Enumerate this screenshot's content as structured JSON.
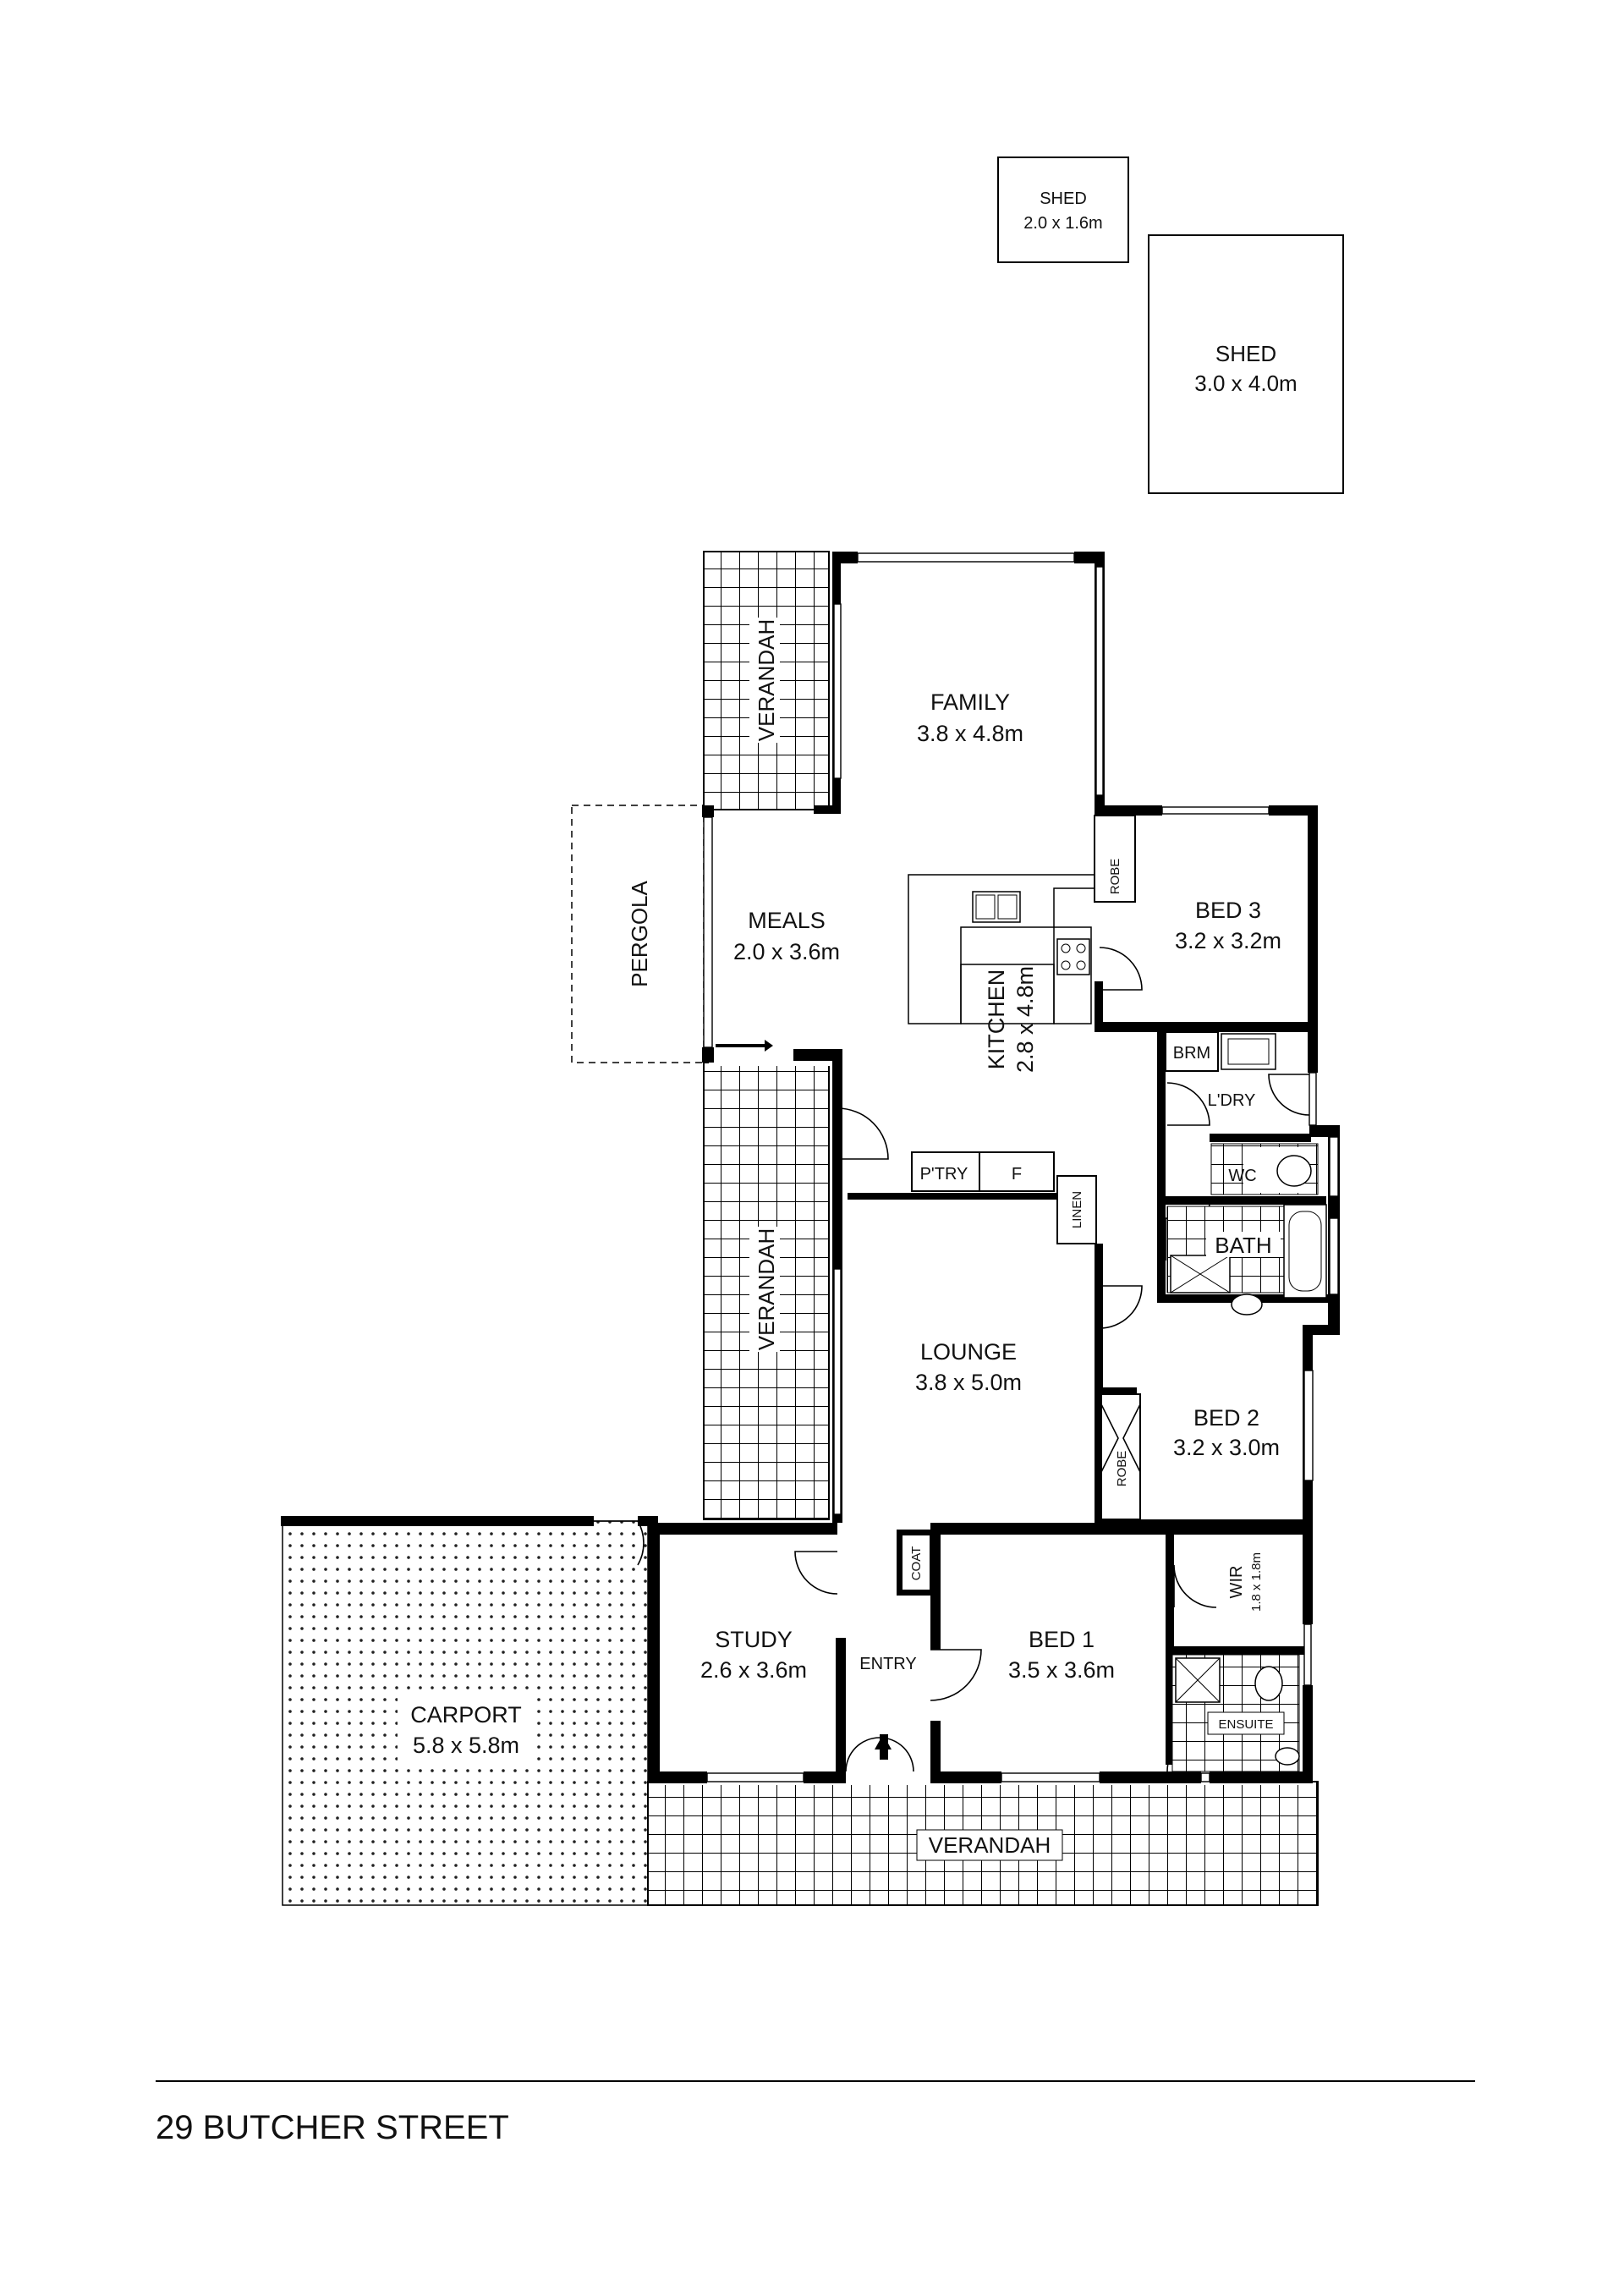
{
  "property": {
    "address": "29 BUTCHER STREET"
  },
  "sheds": [
    {
      "name": "SHED",
      "size": "2.0 x 1.6m"
    },
    {
      "name": "SHED",
      "size": "3.0 x 4.0m"
    }
  ],
  "rooms": {
    "family": {
      "name": "FAMILY",
      "size": "3.8 x 4.8m"
    },
    "meals": {
      "name": "MEALS",
      "size": "2.0 x 3.6m"
    },
    "kitchen": {
      "name": "KITCHEN",
      "size": "2.8 x 4.8m"
    },
    "bed3": {
      "name": "BED 3",
      "size": "3.2 x 3.2m"
    },
    "bed2": {
      "name": "BED 2",
      "size": "3.2 x 3.0m"
    },
    "bed1": {
      "name": "BED 1",
      "size": "3.5 x 3.6m"
    },
    "lounge": {
      "name": "LOUNGE",
      "size": "3.8 x 5.0m"
    },
    "study": {
      "name": "STUDY",
      "size": "2.6 x 3.6m"
    },
    "carport": {
      "name": "CARPORT",
      "size": "5.8 x 5.8m"
    },
    "wir": {
      "name": "WIR",
      "size": "1.8 x 1.8m"
    }
  },
  "labels": {
    "verandah": "VERANDAH",
    "pergola": "PERGOLA",
    "robe": "ROBE",
    "brm": "BRM",
    "laundry": "L'DRY",
    "wc": "WC",
    "bath": "BATH",
    "pantry": "P'TRY",
    "fridge": "F",
    "linen": "LINEN",
    "coat": "COAT",
    "entry": "ENTRY",
    "ensuite": "ENSUITE"
  }
}
